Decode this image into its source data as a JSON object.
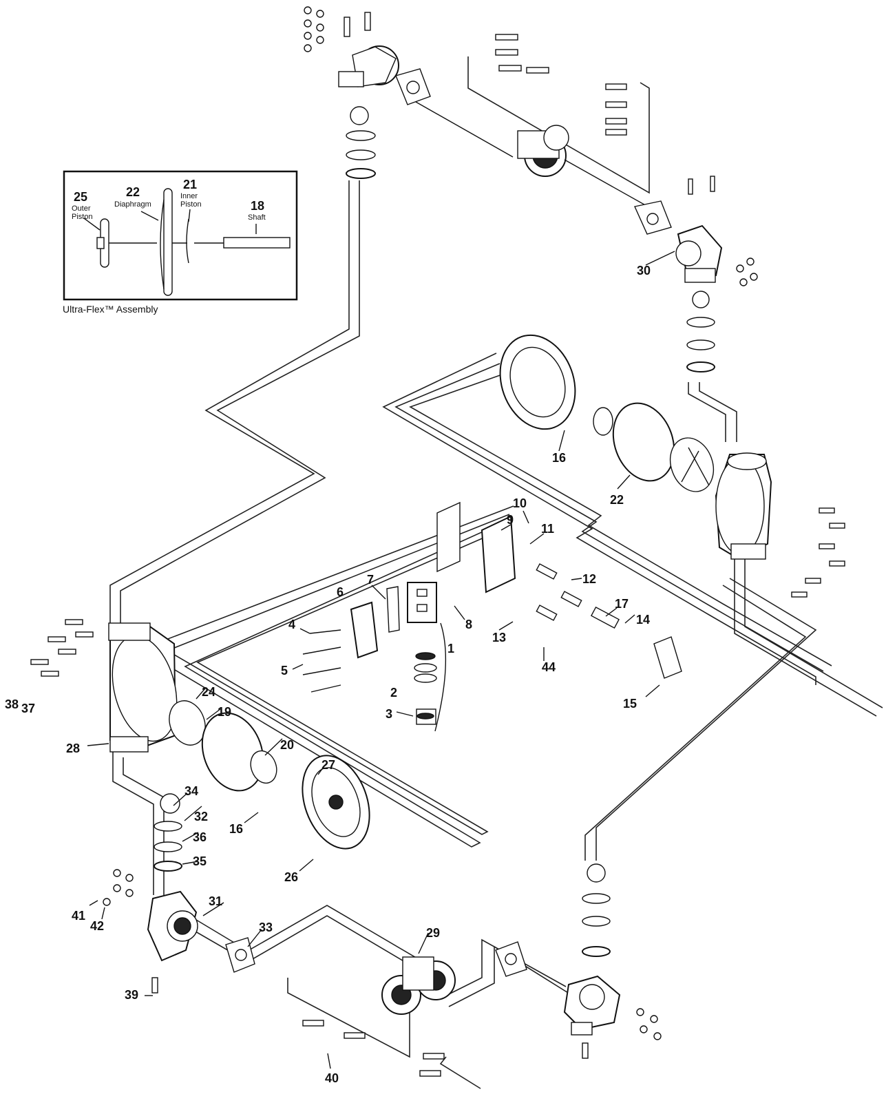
{
  "inset": {
    "caption": "Ultra-Flex™ Assembly",
    "parts": [
      {
        "number": "25",
        "name": "Outer\nPiston"
      },
      {
        "number": "22",
        "name": "Diaphragm"
      },
      {
        "number": "21",
        "name": "Inner\nPiston"
      },
      {
        "number": "18",
        "name": "Shaft"
      }
    ]
  },
  "callouts": [
    "1",
    "2",
    "3",
    "4",
    "5",
    "6",
    "7",
    "8",
    "9",
    "10",
    "11",
    "12",
    "13",
    "14",
    "15",
    "16",
    "16",
    "17",
    "19",
    "20",
    "22",
    "24",
    "26",
    "27",
    "28",
    "29",
    "30",
    "31",
    "32",
    "33",
    "34",
    "35",
    "36",
    "37",
    "38",
    "39",
    "40",
    "41",
    "42",
    "44"
  ]
}
